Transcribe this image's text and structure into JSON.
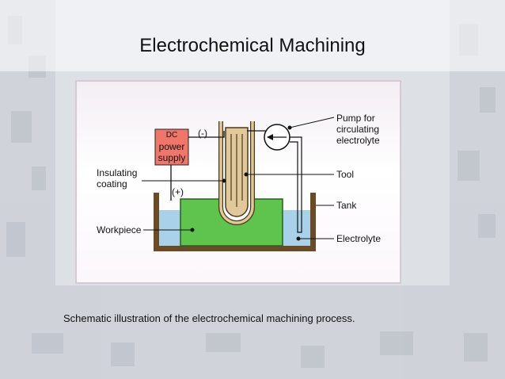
{
  "slide": {
    "title": "Electrochemical Machining",
    "caption": "Schematic illustration of the electrochemical machining process."
  },
  "diagram": {
    "power_supply": {
      "line1": "DC",
      "line2": "power",
      "line3": "supply"
    },
    "polarity_negative": "(-)",
    "polarity_positive": "(+)",
    "labels": {
      "pump_line1": "Pump for",
      "pump_line2": "circulating",
      "pump_line3": "electrolyte",
      "tool": "Tool",
      "tank": "Tank",
      "electrolyte": "Electrolyte",
      "insulating_line1": "Insulating",
      "insulating_line2": "coating",
      "workpiece": "Workpiece"
    }
  },
  "colors": {
    "power_supply_fill": "#f1766a",
    "workpiece_fill": "#5fc44e",
    "electrolyte_fill": "#a9d2ea",
    "tank_wall": "#6b4a24",
    "tool_fill": "#e0c89a"
  }
}
